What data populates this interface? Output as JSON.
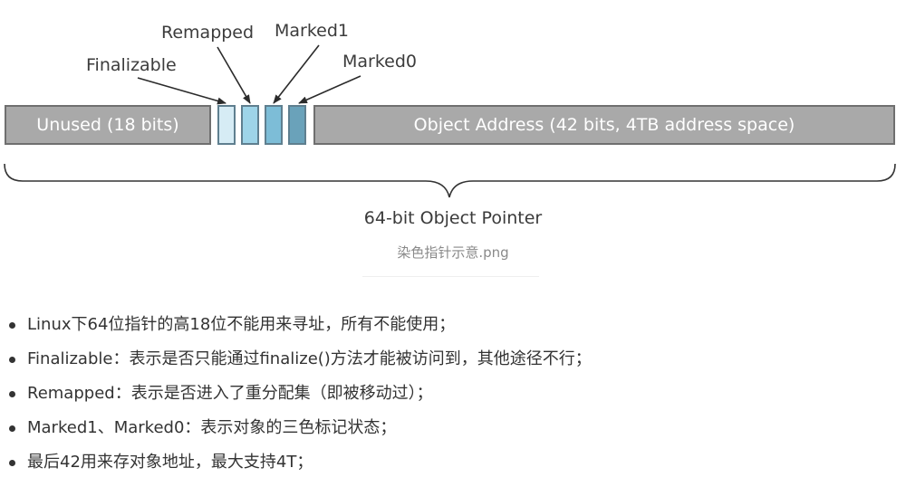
{
  "diagram": {
    "labels": {
      "finalizable": "Finalizable",
      "remapped": "Remapped",
      "marked1": "Marked1",
      "marked0": "Marked0"
    },
    "segments": {
      "unused": "Unused (18 bits)",
      "address": "Object Address (42 bits, 4TB address space)"
    },
    "caption": "64-bit Object Pointer",
    "image_filename": "染色指针示意.png",
    "colors": {
      "segment_fill": "#a9a9a9",
      "finalizable_bit": "#d6ecf5",
      "remapped_bit": "#9ed4e8",
      "marked1_bit": "#7dbdd7",
      "marked0_bit": "#6aa2ba"
    }
  },
  "notes": [
    "Linux下64位指针的高18位不能用来寻址，所有不能使用；",
    "Finalizable：表示是否只能通过finalize()方法才能被访问到，其他途径不行；",
    "Remapped：表示是否进入了重分配集（即被移动过）；",
    "Marked1、Marked0：表示对象的三色标记状态；",
    "最后42用来存对象地址，最大支持4T；"
  ]
}
